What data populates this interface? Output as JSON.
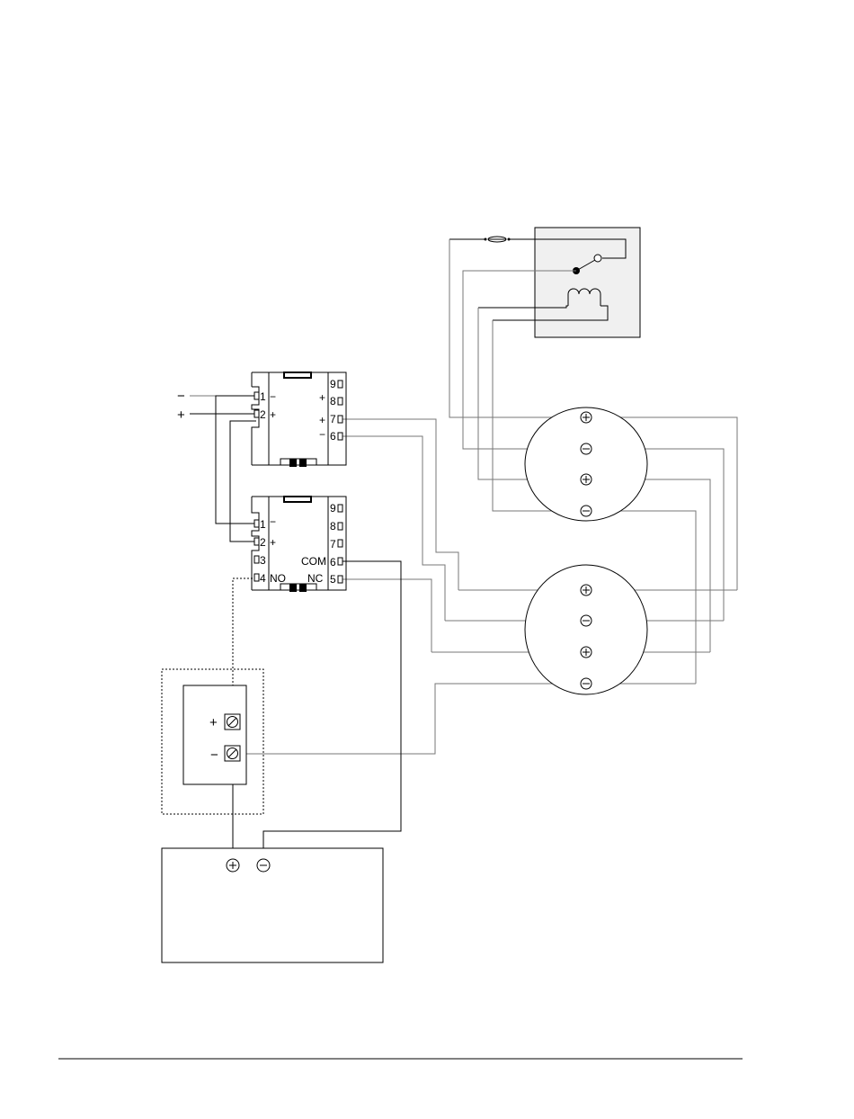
{
  "module_top": {
    "left_terminals": [
      "1",
      "2"
    ],
    "left_signs": [
      "−",
      "+"
    ],
    "right_terminals": [
      "9",
      "8",
      "7",
      "6"
    ],
    "right_signs": [
      "+",
      "+",
      "−"
    ]
  },
  "module_bottom": {
    "left_terminals": [
      "1",
      "2",
      "3",
      "4"
    ],
    "left_signs": [
      "−",
      "+"
    ],
    "right_terminals": [
      "9",
      "8",
      "7",
      "6",
      "5"
    ],
    "contact_labels": {
      "com": "COM",
      "no": "NO",
      "nc": "NC"
    }
  },
  "input_signs": {
    "minus": "−",
    "plus": "+"
  },
  "smoke_detector_1": {
    "terminals": [
      "+",
      "−",
      "+",
      "−"
    ]
  },
  "smoke_detector_2": {
    "terminals": [
      "+",
      "−",
      "+",
      "−"
    ]
  },
  "control_panel": {
    "terminal_plus": "+",
    "terminal_minus": "−"
  },
  "power_supply": {
    "terminals": [
      "+",
      "−"
    ]
  },
  "colors": {
    "line": "#000000",
    "thin_wire": "#777777",
    "relay_fill": "#f0f0f0"
  }
}
